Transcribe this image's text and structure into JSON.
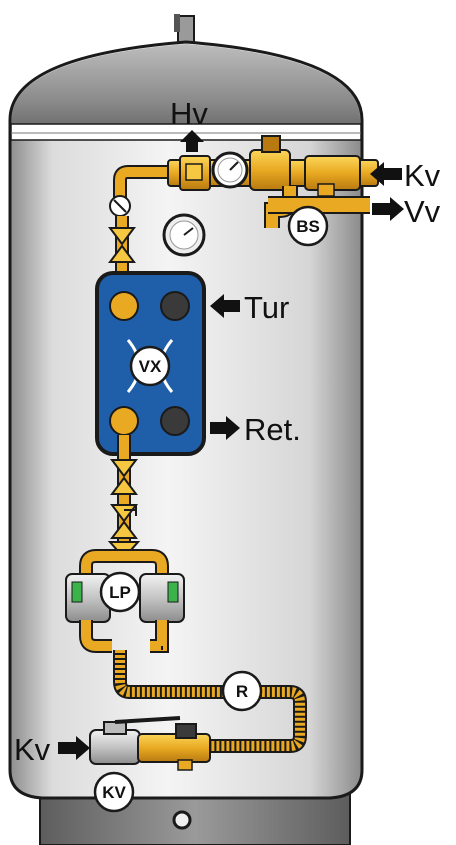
{
  "labels": {
    "hv": "Hv",
    "kv_top": "Kv",
    "vv": "Vv",
    "tur": "Tur",
    "ret": "Ret.",
    "kv_bottom": "Kv"
  },
  "circles": {
    "bs": "BS",
    "vx": "VX",
    "lp": "LP",
    "r": "R",
    "kv": "KV"
  },
  "colors": {
    "tank_body": "#ebebeb",
    "tank_shadow": "#9a9a9a",
    "dome": "#7f7f7f",
    "outline": "#1a1a1a",
    "pipe_brass": "#e3a21e",
    "pipe_brass_light": "#f6c842",
    "exchanger_blue": "#1f5ea8",
    "port_dark": "#3a3a3a",
    "valve_grey": "#c9c9c9"
  },
  "icons": [
    "arrow-up-icon",
    "arrow-left-icon",
    "arrow-right-icon",
    "pressure-gauge-icon",
    "thermometer-gauge-icon",
    "check-valve-icon",
    "pump-icon",
    "ball-valve-icon"
  ]
}
